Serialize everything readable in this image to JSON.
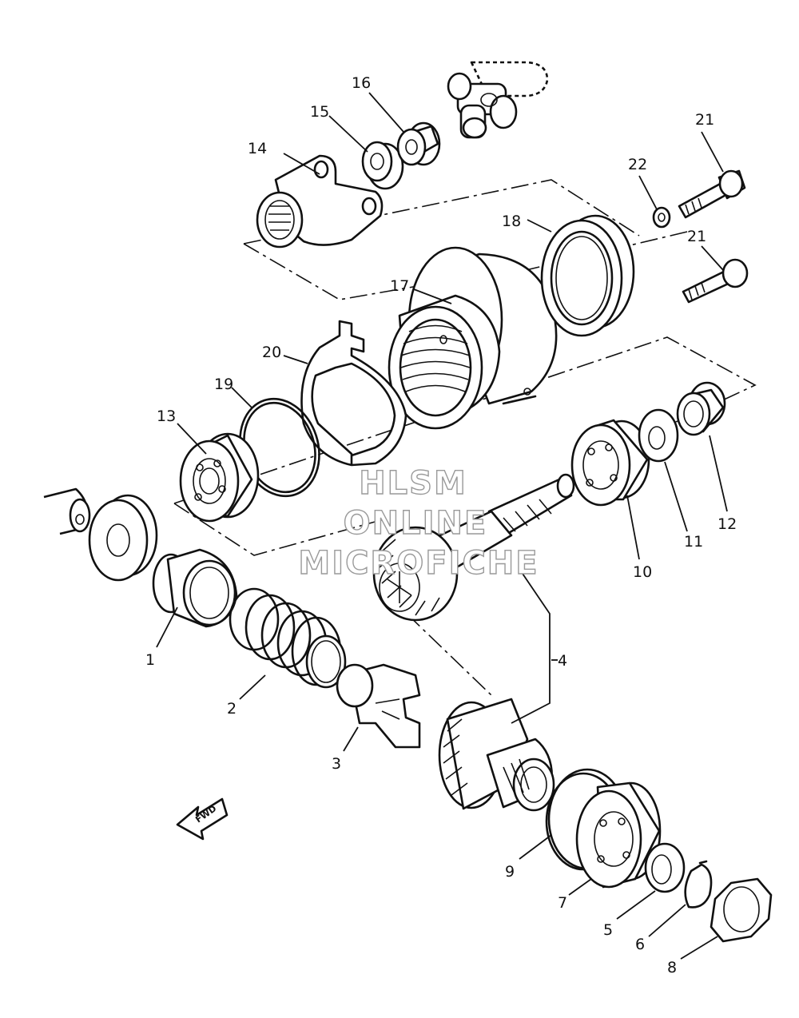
{
  "watermark": {
    "line1": "HLSM",
    "line2": "ONLINE",
    "line3": "MICROFICHE"
  },
  "direction_arrow": {
    "label": "FWD"
  },
  "callouts": {
    "p1": "1",
    "p2": "2",
    "p3": "3",
    "p4": "4",
    "p5": "5",
    "p6": "6",
    "p7": "7",
    "p8": "8",
    "p9": "9",
    "p10": "10",
    "p11": "11",
    "p12": "12",
    "p13": "13",
    "p14": "14",
    "p15": "15",
    "p16": "16",
    "p17": "17",
    "p18": "18",
    "p19": "19",
    "p20": "20",
    "p21a": "21",
    "p21b": "21",
    "p22": "22"
  }
}
